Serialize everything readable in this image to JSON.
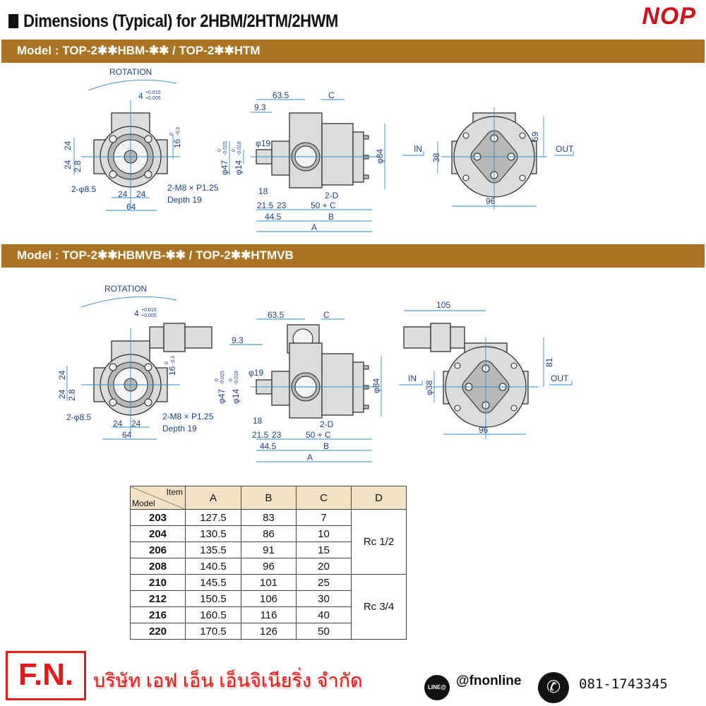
{
  "header": {
    "title": "Dimensions (Typical) for 2HBM/2HTM/2HWM",
    "logo": "NOP"
  },
  "sections": [
    {
      "title": "Model : TOP-2✱✱HBM-✱✱ / TOP-2✱✱HTM",
      "labels": {
        "rotation": "ROTATION",
        "key": "4",
        "key_up": "+0.015",
        "key_lo": "+0.005",
        "h24a": "24",
        "h24b": "24",
        "h28": "2.8",
        "h16": "16",
        "h16_up": "0",
        "h16_lo": "-0.3",
        "holes": "2-φ8.5",
        "tap": "2-M8 × P1.25",
        "tap_depth": "Depth 19",
        "w24a": "24",
        "w24b": "24",
        "w64": "64",
        "l63": "63.5",
        "lC": "C",
        "l93": "9.3",
        "d19": "φ19",
        "d47": "φ47",
        "d47_up": "0",
        "d47_lo": "-0.025",
        "d14": "φ14",
        "d14_up": "0",
        "d14_lo": "-0.018",
        "d84": "φ84",
        "l18": "18",
        "l215": "21.5",
        "l23": "23",
        "l445": "44.5",
        "port": "2-D",
        "l50c": "50 + C",
        "lB": "B",
        "lA": "A",
        "in": "IN",
        "out": "OUT",
        "r38": "38",
        "r59": "59",
        "r96": "96"
      }
    },
    {
      "title": "Model : TOP-2✱✱HBMVB-✱✱ / TOP-2✱✱HTMVB",
      "labels": {
        "rotation": "ROTATION",
        "key": "4",
        "key_up": "+0.015",
        "key_lo": "+0.005",
        "h24a": "24",
        "h24b": "24",
        "h28": "2.8",
        "h16": "16",
        "h16_up": "0",
        "h16_lo": "-0.3",
        "holes": "2-φ8.5",
        "tap": "2-M8 × P1.25",
        "tap_depth": "Depth 19",
        "w24a": "24",
        "w24b": "24",
        "w64": "64",
        "l63": "63.5",
        "lC": "C",
        "l93": "9.3",
        "d19": "φ19",
        "d47": "φ47",
        "d47_up": "0",
        "d47_lo": "-0.025",
        "d14": "φ14",
        "d14_up": "0",
        "d14_lo": "-0.018",
        "d84": "φ84",
        "l18": "18",
        "l215": "21.5",
        "l23": "23",
        "l445": "44.5",
        "port": "2-D",
        "l50c": "50 + C",
        "lB": "B",
        "lA": "A",
        "in": "IN",
        "out": "OUT",
        "r38": "φ38",
        "r81": "81",
        "r105": "105",
        "r96": "96"
      }
    }
  ],
  "table": {
    "corner_item": "Item",
    "corner_model": "Model",
    "headers": [
      "A",
      "B",
      "C",
      "D"
    ],
    "rows": [
      {
        "model": "203",
        "a": "127.5",
        "b": "83",
        "c": "7"
      },
      {
        "model": "204",
        "a": "130.5",
        "b": "86",
        "c": "10"
      },
      {
        "model": "206",
        "a": "135.5",
        "b": "91",
        "c": "15"
      },
      {
        "model": "208",
        "a": "140.5",
        "b": "96",
        "c": "20"
      },
      {
        "model": "210",
        "a": "145.5",
        "b": "101",
        "c": "25"
      },
      {
        "model": "212",
        "a": "150.5",
        "b": "106",
        "c": "30"
      },
      {
        "model": "216",
        "a": "160.5",
        "b": "116",
        "c": "40"
      },
      {
        "model": "220",
        "a": "170.5",
        "b": "126",
        "c": "50"
      }
    ],
    "d_groups": [
      "Rc 1/2",
      "Rc 3/4"
    ]
  },
  "footer": {
    "logo": "F.N.",
    "company": "บริษัท เอฟ เอ็น เอ็นจิเนียริ่ง จำกัด",
    "line_icon": "LINE@",
    "line_handle": "@fnonline",
    "phone": "081-1743345"
  }
}
